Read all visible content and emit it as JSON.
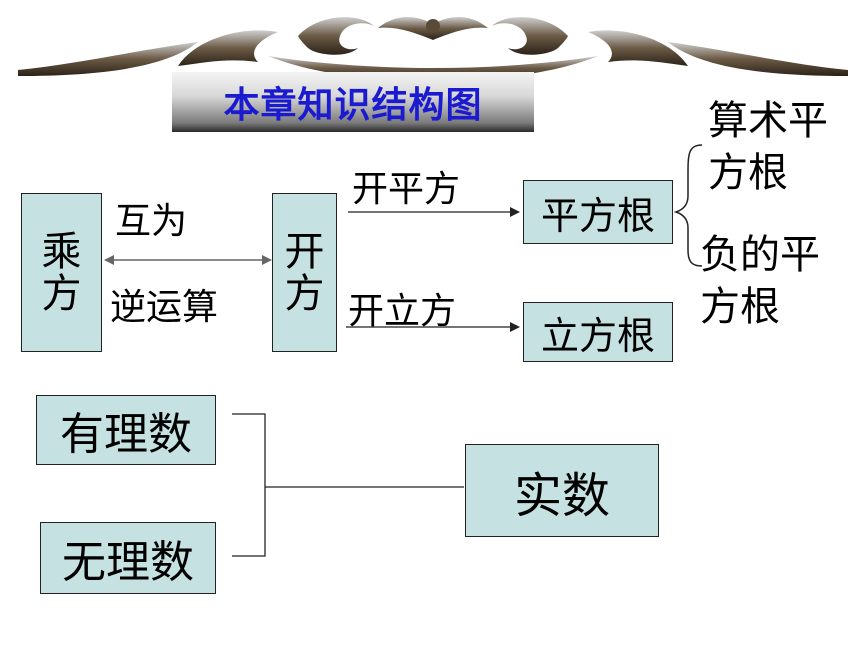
{
  "title": "本章知识结构图",
  "nodes": {
    "chengfang": "乘方",
    "kaifang": "开方",
    "pingfanggen": "平方根",
    "lifanggen": "立方根",
    "youlishu": "有理数",
    "wulishu": "无理数",
    "shishu": "实数"
  },
  "labels": {
    "huwei": "互为",
    "niyunsuan": "逆运算",
    "kaipingfang": "开平方",
    "kailifang": "开立方",
    "suanshu_line1": "算术平",
    "suanshu_line2": "方根",
    "fude_line1": "负的平",
    "fude_line2": "方根"
  }
}
